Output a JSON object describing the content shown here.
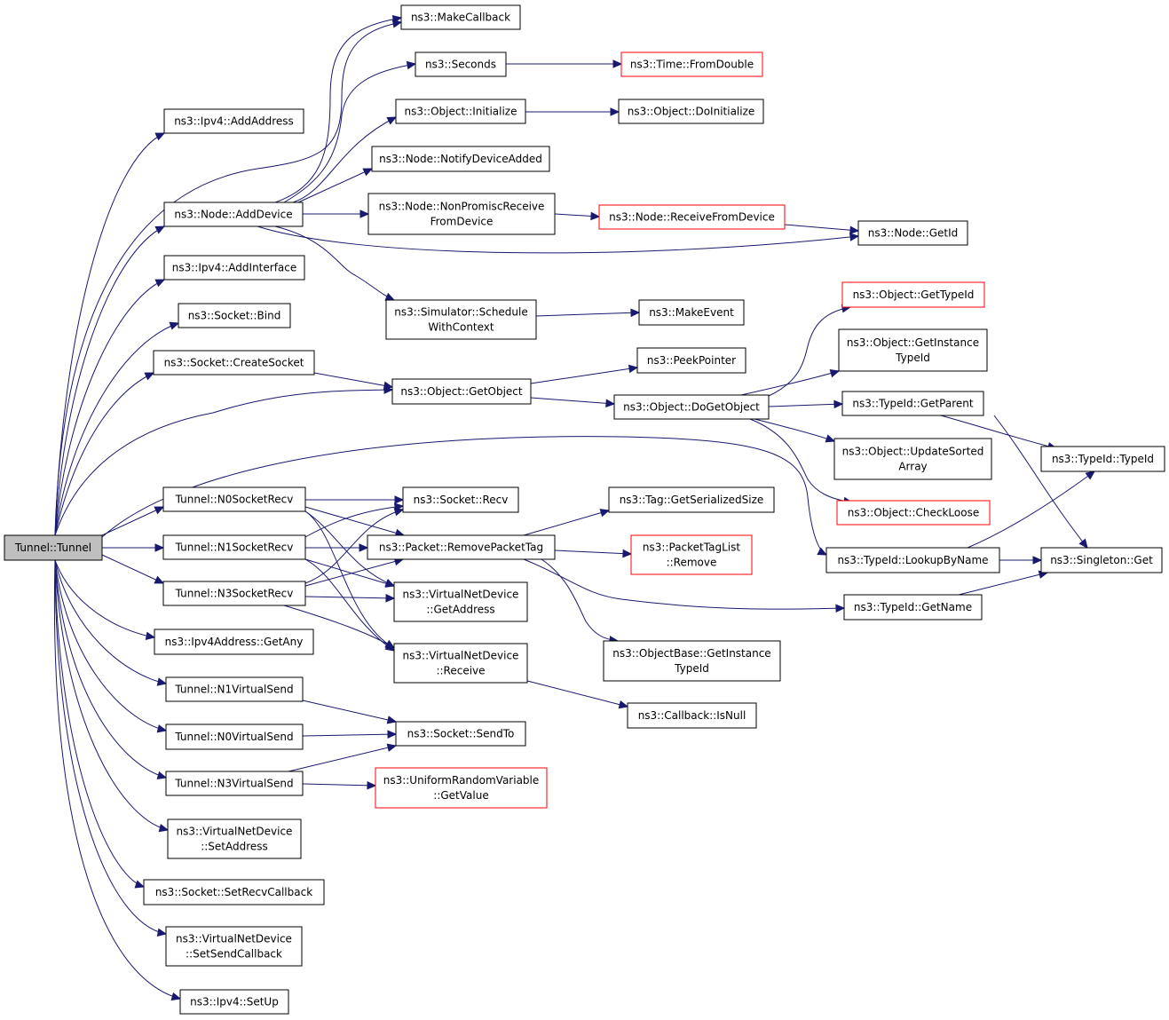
{
  "diagram": {
    "colors": {
      "edge": "#191970",
      "box_border": "#000000",
      "box_border_truncated": "#ff0000",
      "root_fill": "#bfbfbf",
      "box_fill": "#ffffff"
    },
    "nodes": [
      {
        "id": "tunnel",
        "lines": [
          "Tunnel::Tunnel"
        ],
        "style": "root"
      },
      {
        "id": "ipv4_addaddress",
        "lines": [
          "ns3::Ipv4::AddAddress"
        ]
      },
      {
        "id": "node_adddevice",
        "lines": [
          "ns3::Node::AddDevice"
        ]
      },
      {
        "id": "ipv4_addinterface",
        "lines": [
          "ns3::Ipv4::AddInterface"
        ]
      },
      {
        "id": "socket_bind",
        "lines": [
          "ns3::Socket::Bind"
        ]
      },
      {
        "id": "socket_createsocket",
        "lines": [
          "ns3::Socket::CreateSocket"
        ]
      },
      {
        "id": "n0socketrecv",
        "lines": [
          "Tunnel::N0SocketRecv"
        ]
      },
      {
        "id": "n1socketrecv",
        "lines": [
          "Tunnel::N1SocketRecv"
        ]
      },
      {
        "id": "n3socketrecv",
        "lines": [
          "Tunnel::N3SocketRecv"
        ]
      },
      {
        "id": "ipv4address_getany",
        "lines": [
          "ns3::Ipv4Address::GetAny"
        ]
      },
      {
        "id": "n1virtualsend",
        "lines": [
          "Tunnel::N1VirtualSend"
        ]
      },
      {
        "id": "n0virtualsend",
        "lines": [
          "Tunnel::N0VirtualSend"
        ]
      },
      {
        "id": "n3virtualsend",
        "lines": [
          "Tunnel::N3VirtualSend"
        ]
      },
      {
        "id": "vnd_setaddress",
        "lines": [
          "ns3::VirtualNetDevice",
          "::SetAddress"
        ]
      },
      {
        "id": "socket_setrecvcallback",
        "lines": [
          "ns3::Socket::SetRecvCallback"
        ]
      },
      {
        "id": "vnd_setsendcallback",
        "lines": [
          "ns3::VirtualNetDevice",
          "::SetSendCallback"
        ]
      },
      {
        "id": "ipv4_setup",
        "lines": [
          "ns3::Ipv4::SetUp"
        ]
      },
      {
        "id": "makecallback",
        "lines": [
          "ns3::MakeCallback"
        ]
      },
      {
        "id": "seconds",
        "lines": [
          "ns3::Seconds"
        ]
      },
      {
        "id": "object_initialize",
        "lines": [
          "ns3::Object::Initialize"
        ]
      },
      {
        "id": "node_notifydeviceadded",
        "lines": [
          "ns3::Node::NotifyDeviceAdded"
        ]
      },
      {
        "id": "node_nonpromisc",
        "lines": [
          "ns3::Node::NonPromiscReceive",
          "FromDevice"
        ]
      },
      {
        "id": "simulator_schedule",
        "lines": [
          "ns3::Simulator::Schedule",
          "WithContext"
        ]
      },
      {
        "id": "object_getobject",
        "lines": [
          "ns3::Object::GetObject"
        ]
      },
      {
        "id": "socket_recv",
        "lines": [
          "ns3::Socket::Recv"
        ]
      },
      {
        "id": "packet_removepackettag",
        "lines": [
          "ns3::Packet::RemovePacketTag"
        ]
      },
      {
        "id": "vnd_getaddress",
        "lines": [
          "ns3::VirtualNetDevice",
          "::GetAddress"
        ]
      },
      {
        "id": "vnd_receive",
        "lines": [
          "ns3::VirtualNetDevice",
          "::Receive"
        ]
      },
      {
        "id": "socket_sendto",
        "lines": [
          "ns3::Socket::SendTo"
        ]
      },
      {
        "id": "urv_getvalue",
        "lines": [
          "ns3::UniformRandomVariable",
          "::GetValue"
        ],
        "style": "truncated"
      },
      {
        "id": "time_fromdouble",
        "lines": [
          "ns3::Time::FromDouble"
        ],
        "style": "truncated"
      },
      {
        "id": "object_doinitialize",
        "lines": [
          "ns3::Object::DoInitialize"
        ]
      },
      {
        "id": "node_receivefromdevice",
        "lines": [
          "ns3::Node::ReceiveFromDevice"
        ],
        "style": "truncated"
      },
      {
        "id": "makeevent",
        "lines": [
          "ns3::MakeEvent"
        ]
      },
      {
        "id": "peekpointer",
        "lines": [
          "ns3::PeekPointer"
        ]
      },
      {
        "id": "object_dogetobject",
        "lines": [
          "ns3::Object::DoGetObject"
        ]
      },
      {
        "id": "tag_getserializedsize",
        "lines": [
          "ns3::Tag::GetSerializedSize"
        ]
      },
      {
        "id": "packettaglist_remove",
        "lines": [
          "ns3::PacketTagList",
          "::Remove"
        ],
        "style": "truncated"
      },
      {
        "id": "objectbase_getinstancetypeid",
        "lines": [
          "ns3::ObjectBase::GetInstance",
          "TypeId"
        ]
      },
      {
        "id": "callback_isnull",
        "lines": [
          "ns3::Callback::IsNull"
        ]
      },
      {
        "id": "node_getid",
        "lines": [
          "ns3::Node::GetId"
        ]
      },
      {
        "id": "object_gettypeid",
        "lines": [
          "ns3::Object::GetTypeId"
        ],
        "style": "truncated"
      },
      {
        "id": "object_getinstancetypeid",
        "lines": [
          "ns3::Object::GetInstance",
          "TypeId"
        ]
      },
      {
        "id": "typeid_getparent",
        "lines": [
          "ns3::TypeId::GetParent"
        ]
      },
      {
        "id": "object_updatesortedarray",
        "lines": [
          "ns3::Object::UpdateSorted",
          "Array"
        ]
      },
      {
        "id": "object_checkloose",
        "lines": [
          "ns3::Object::CheckLoose"
        ],
        "style": "truncated"
      },
      {
        "id": "typeid_lookupbyname",
        "lines": [
          "ns3::TypeId::LookupByName"
        ]
      },
      {
        "id": "typeid_getname",
        "lines": [
          "ns3::TypeId::GetName"
        ]
      },
      {
        "id": "typeid_typeid",
        "lines": [
          "ns3::TypeId::TypeId"
        ]
      },
      {
        "id": "singleton_get",
        "lines": [
          "ns3::Singleton::Get"
        ]
      }
    ],
    "edges": [
      [
        "tunnel",
        "ipv4_addaddress"
      ],
      [
        "tunnel",
        "node_adddevice"
      ],
      [
        "tunnel",
        "ipv4_addinterface"
      ],
      [
        "tunnel",
        "socket_bind"
      ],
      [
        "tunnel",
        "socket_createsocket"
      ],
      [
        "tunnel",
        "n0socketrecv"
      ],
      [
        "tunnel",
        "n1socketrecv"
      ],
      [
        "tunnel",
        "n3socketrecv"
      ],
      [
        "tunnel",
        "ipv4address_getany"
      ],
      [
        "tunnel",
        "n1virtualsend"
      ],
      [
        "tunnel",
        "n0virtualsend"
      ],
      [
        "tunnel",
        "n3virtualsend"
      ],
      [
        "tunnel",
        "vnd_setaddress"
      ],
      [
        "tunnel",
        "socket_setrecvcallback"
      ],
      [
        "tunnel",
        "vnd_setsendcallback"
      ],
      [
        "tunnel",
        "ipv4_setup"
      ],
      [
        "tunnel",
        "makecallback"
      ],
      [
        "tunnel",
        "object_getobject"
      ],
      [
        "tunnel",
        "typeid_lookupbyname"
      ],
      [
        "node_adddevice",
        "makecallback"
      ],
      [
        "node_adddevice",
        "seconds"
      ],
      [
        "node_adddevice",
        "object_initialize"
      ],
      [
        "node_adddevice",
        "node_notifydeviceadded"
      ],
      [
        "node_adddevice",
        "node_nonpromisc"
      ],
      [
        "node_adddevice",
        "node_getid"
      ],
      [
        "node_adddevice",
        "simulator_schedule"
      ],
      [
        "seconds",
        "time_fromdouble"
      ],
      [
        "object_initialize",
        "object_doinitialize"
      ],
      [
        "node_nonpromisc",
        "node_receivefromdevice"
      ],
      [
        "node_receivefromdevice",
        "node_getid"
      ],
      [
        "simulator_schedule",
        "makeevent"
      ],
      [
        "socket_createsocket",
        "object_getobject"
      ],
      [
        "object_getobject",
        "peekpointer"
      ],
      [
        "object_getobject",
        "object_dogetobject"
      ],
      [
        "object_dogetobject",
        "object_gettypeid"
      ],
      [
        "object_dogetobject",
        "object_getinstancetypeid"
      ],
      [
        "object_dogetobject",
        "typeid_getparent"
      ],
      [
        "object_dogetobject",
        "object_updatesortedarray"
      ],
      [
        "object_dogetobject",
        "object_checkloose"
      ],
      [
        "typeid_getparent",
        "typeid_typeid"
      ],
      [
        "typeid_getparent",
        "singleton_get"
      ],
      [
        "typeid_lookupbyname",
        "typeid_typeid"
      ],
      [
        "typeid_lookupbyname",
        "singleton_get"
      ],
      [
        "typeid_getname",
        "singleton_get"
      ],
      [
        "n0socketrecv",
        "socket_recv"
      ],
      [
        "n0socketrecv",
        "packet_removepackettag"
      ],
      [
        "n0socketrecv",
        "vnd_getaddress"
      ],
      [
        "n0socketrecv",
        "vnd_receive"
      ],
      [
        "n1socketrecv",
        "socket_recv"
      ],
      [
        "n1socketrecv",
        "packet_removepackettag"
      ],
      [
        "n1socketrecv",
        "vnd_getaddress"
      ],
      [
        "n1socketrecv",
        "vnd_receive"
      ],
      [
        "n3socketrecv",
        "socket_recv"
      ],
      [
        "n3socketrecv",
        "packet_removepackettag"
      ],
      [
        "n3socketrecv",
        "vnd_getaddress"
      ],
      [
        "n3socketrecv",
        "vnd_receive"
      ],
      [
        "packet_removepackettag",
        "tag_getserializedsize"
      ],
      [
        "packet_removepackettag",
        "packettaglist_remove"
      ],
      [
        "packet_removepackettag",
        "objectbase_getinstancetypeid"
      ],
      [
        "packet_removepackettag",
        "typeid_getname"
      ],
      [
        "vnd_receive",
        "callback_isnull"
      ],
      [
        "n1virtualsend",
        "socket_sendto"
      ],
      [
        "n0virtualsend",
        "socket_sendto"
      ],
      [
        "n3virtualsend",
        "socket_sendto"
      ],
      [
        "n3virtualsend",
        "urv_getvalue"
      ]
    ]
  }
}
